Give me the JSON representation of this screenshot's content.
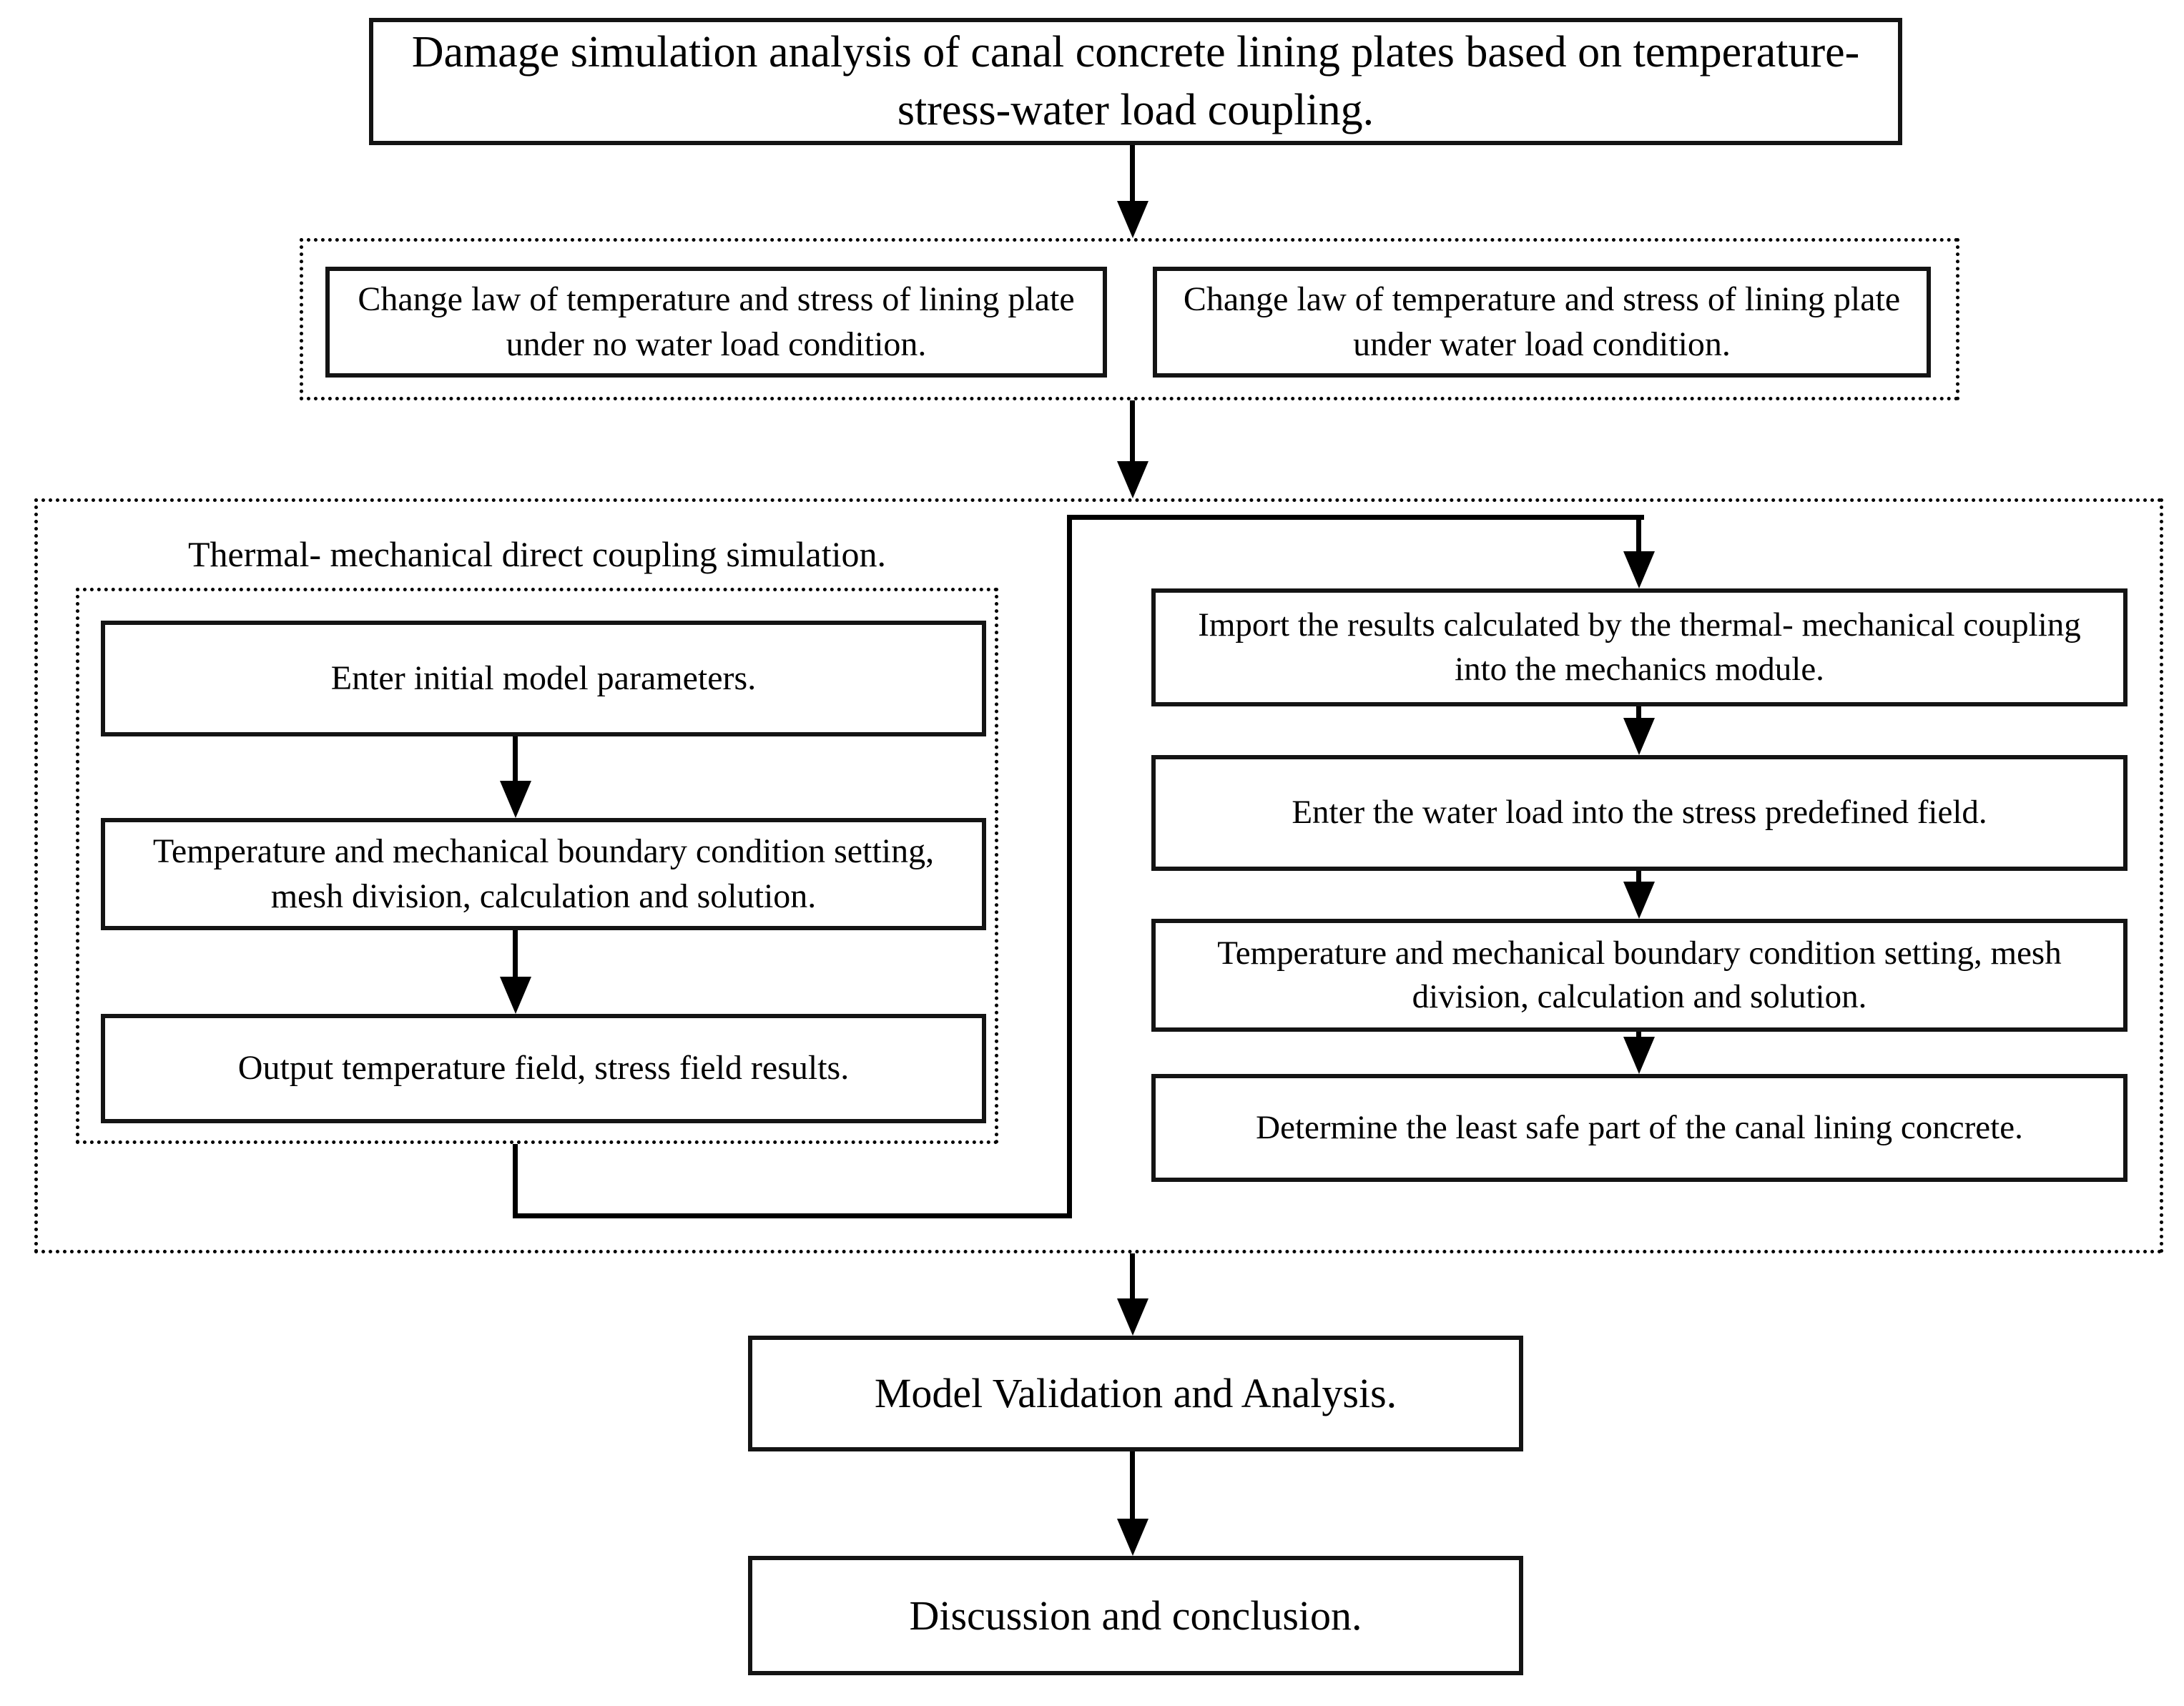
{
  "flowchart": {
    "title": "Damage simulation analysis of canal concrete lining plates based on temperature-stress-water load coupling.",
    "conditions": {
      "no_water": "Change law of temperature and stress of lining plate under no water load condition.",
      "water": "Change law of temperature and stress of lining plate under water load condition."
    },
    "coupling": {
      "label": "Thermal- mechanical direct coupling simulation.",
      "left_steps": [
        "Enter initial model parameters.",
        "Temperature and mechanical boundary condition setting, mesh division, calculation and solution.",
        "Output temperature field, stress field results."
      ],
      "right_steps": [
        "Import the results calculated by the thermal- mechanical coupling into the mechanics module.",
        "Enter the water load into the stress predefined field.",
        "Temperature and mechanical boundary condition setting, mesh division, calculation and solution.",
        "Determine the least safe part of the canal lining concrete."
      ]
    },
    "validation": "Model Validation and Analysis.",
    "conclusion": "Discussion and conclusion."
  },
  "colors": {
    "line": "#000000",
    "box_border": "#141414",
    "background": "#ffffff"
  }
}
